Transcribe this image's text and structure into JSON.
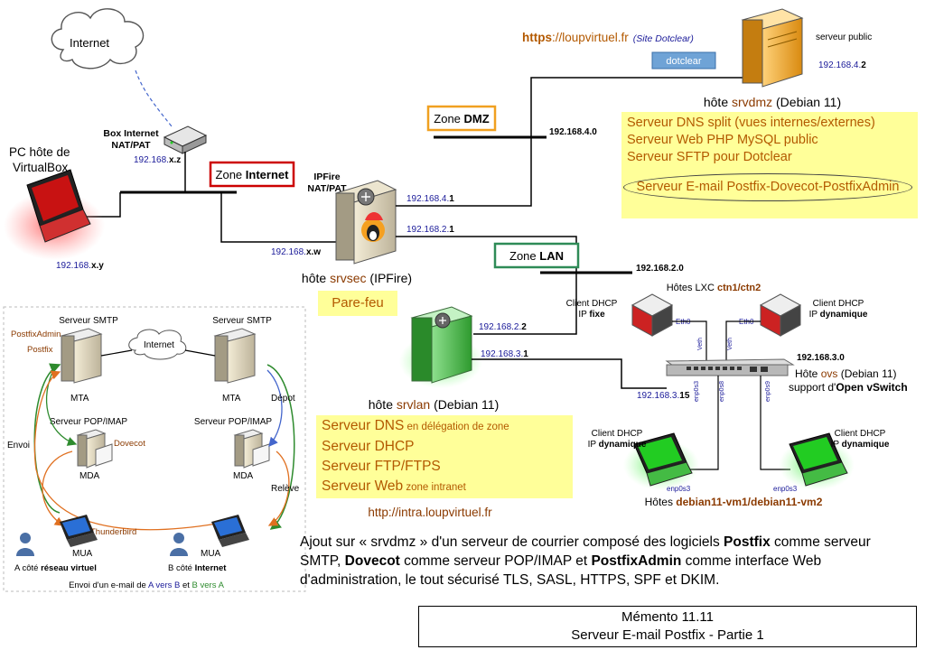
{
  "internet": {
    "cloud": "Internet"
  },
  "box_internet": {
    "line1": "Box Internet",
    "line2": "NAT/PAT",
    "ip_prefix": "192.168.",
    "ip_suffix": "x.z"
  },
  "pc_host": {
    "line1": "PC hôte de",
    "line2": "VirtualBox",
    "ip_prefix": "192.168.",
    "ip_suffix": "x.y"
  },
  "zone_internet": {
    "prefix": "Zone ",
    "name": "Internet"
  },
  "zone_dmz": {
    "prefix": "Zone ",
    "name": "DMZ"
  },
  "zone_lan": {
    "prefix": "Zone ",
    "name": "LAN"
  },
  "ipfire": {
    "label1": "IPFire",
    "label2": "NAT/PAT",
    "ip_dmz_prefix": "192.168.4.",
    "ip_dmz_suffix": "1",
    "ip_lan_prefix": "192.168.2.",
    "ip_lan_suffix": "1",
    "ip_ext_prefix": "192.168.",
    "ip_ext_suffix": "x.w",
    "host_prefix": "hôte ",
    "host_name": "srvsec",
    "host_suffix": " (IPFire)",
    "role": "Pare-feu"
  },
  "dmz": {
    "url_bold": "https",
    "url_rest": "://loupvirtuel.fr",
    "url_note": "(Site Dotclear)",
    "logo": "dotclear",
    "public_label": "serveur public",
    "ip_prefix": "192.168.4.",
    "ip_suffix": "2",
    "network": "192.168.4.0",
    "host_prefix": "hôte ",
    "host_name": "srvdmz",
    "host_suffix": " (Debian 11)",
    "services": [
      "Serveur DNS split (vues internes/externes)",
      "Serveur Web PHP MySQL public",
      "Serveur SFTP pour Dotclear"
    ],
    "mail_service": "Serveur E-mail Postfix-Dovecot-PostfixAdmin"
  },
  "lan": {
    "network": "192.168.2.0",
    "ip1_prefix": "192.168.2.",
    "ip1_suffix": "2",
    "ip2_prefix": "192.168.3.",
    "ip2_suffix": "1",
    "host_prefix": "hôte ",
    "host_name": "srvlan",
    "host_suffix": " (Debian 11)",
    "services": [
      {
        "main": "Serveur DNS",
        "small": " en délégation de zone"
      },
      {
        "main": "Serveur DHCP",
        "small": ""
      },
      {
        "main": "Serveur FTP/FTPS",
        "small": ""
      },
      {
        "main": "Serveur Web",
        "small": " zone intranet"
      }
    ],
    "intranet_url": "http://intra.loupvirtuel.fr"
  },
  "lxc": {
    "title_prefix": "Hôtes LXC ",
    "title_names": "ctn1/ctn2",
    "left_l1": "Client DHCP",
    "left_l2_prefix": "IP ",
    "left_l2_bold": "fixe",
    "right_l1": "Client DHCP",
    "right_l2_prefix": "IP ",
    "right_l2_bold": "dynamique",
    "eth": "Eth0",
    "veth": "Veth"
  },
  "ovs": {
    "network": "192.168.3.0",
    "host_prefix": "Hôte ",
    "host_name": "ovs",
    "host_suffix": " (Debian 11)",
    "support_prefix": "support d'",
    "support_bold": "Open vSwitch",
    "ip_prefix": "192.168.3.",
    "ip_suffix": "15",
    "ports": [
      "enp0s3",
      "enp0s8",
      "enp0s9"
    ]
  },
  "vms": {
    "client_l1": "Client DHCP",
    "client_l2_prefix": "IP ",
    "client_l2_bold": "dynamique",
    "port": "enp0s3",
    "hosts_prefix": "Hôtes ",
    "hosts_names": "debian11-vm1/debian11-vm2"
  },
  "mail": {
    "smtp_left": "Serveur SMTP",
    "smtp_right": "Serveur SMTP",
    "postfixadmin": "PostfixAdmin",
    "postfix": "Postfix",
    "internet": "Internet",
    "mta": "MTA",
    "pop_left": "Serveur POP/IMAP",
    "pop_right": "Serveur POP/IMAP",
    "dovecot": "Dovecot",
    "mda": "MDA",
    "envoi": "Envoi",
    "depot": "Dépot",
    "releve": "Relève",
    "thunderbird": "Thunderbird",
    "mua": "MUA",
    "side_a_prefix": "A côté ",
    "side_a_bold": "réseau virtuel",
    "side_b_prefix": "B côté ",
    "side_b_bold": "Internet",
    "caption_p1": "Envoi d'un e-mail de ",
    "caption_ab": "A vers B",
    "caption_p2": " et ",
    "caption_ba": "B vers A"
  },
  "description": {
    "p1": "Ajout sur « srvdmz » d'un serveur de courrier composé des logiciels ",
    "b1": "Postfix",
    "p2": " comme serveur SMTP, ",
    "b2": "Dovecot",
    "p3": " comme serveur POP/IMAP et ",
    "b3": "PostfixAdmin",
    "p4": " comme interface Web d'administration, le tout sécurisé TLS, SASL, HTTPS, SPF et DKIM."
  },
  "memento": {
    "line1": "Mémento 11.11",
    "line2": "Serveur E-mail Postfix - Partie 1"
  },
  "colors": {
    "ip_blue": "#1a1a99",
    "orange_text": "#b35900",
    "host_brown": "#8b3a00",
    "zone_internet": "#cc0000",
    "zone_dmz": "#f0a020",
    "zone_lan": "#2e8b57",
    "highlight": "#ffff99",
    "green_link": "#2e8b2e",
    "orange_link": "#e07020"
  }
}
